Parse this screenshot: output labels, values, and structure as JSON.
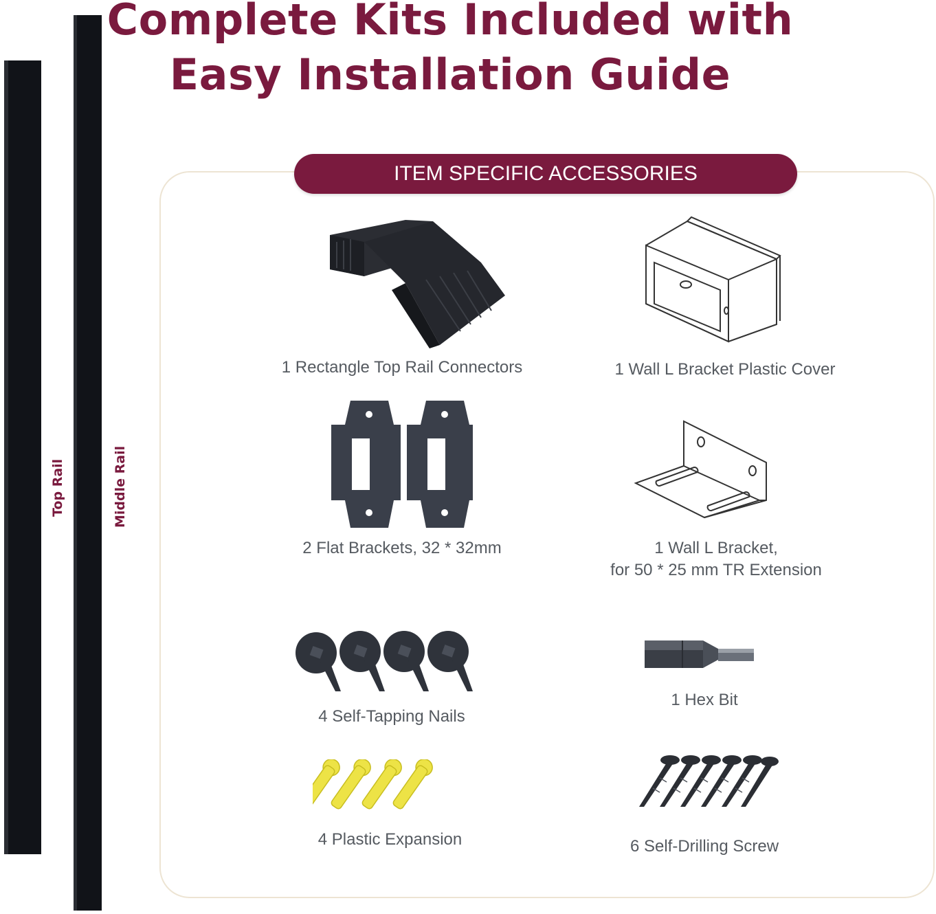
{
  "heading": {
    "line1": "Complete Kits Included with",
    "line2": "Easy Installation Guide"
  },
  "rails": {
    "top_label": "Top Rail",
    "middle_label": "Middle Rail"
  },
  "banner": {
    "label": "ITEM SPECIFIC ACCESSORIES"
  },
  "items": [
    {
      "caption": "1 Rectangle Top Rail Connectors",
      "icon": "rail-connector-icon"
    },
    {
      "caption": "1 Wall L Bracket Plastic Cover",
      "icon": "bracket-cover-icon"
    },
    {
      "caption": "2 Flat Brackets, 32 * 32mm",
      "icon": "flat-bracket-icon"
    },
    {
      "caption_line1": "1 Wall L Bracket,",
      "caption_line2": "for 50 * 25 mm TR Extension",
      "icon": "wall-l-bracket-icon"
    },
    {
      "caption": "4 Self-Tapping Nails",
      "icon": "self-tapping-nail-icon"
    },
    {
      "caption": "1 Hex Bit",
      "icon": "hex-bit-icon"
    },
    {
      "caption": "4 Plastic Expansion",
      "icon": "plastic-anchor-icon"
    },
    {
      "caption": "6 Self-Drilling Screw",
      "icon": "self-drilling-screw-icon"
    }
  ],
  "colors": {
    "brand": "#7a1a3e",
    "rail": "#111318",
    "panel_border": "#ede4d3",
    "caption": "#555a60",
    "anchor_yellow": "#f0e040"
  }
}
